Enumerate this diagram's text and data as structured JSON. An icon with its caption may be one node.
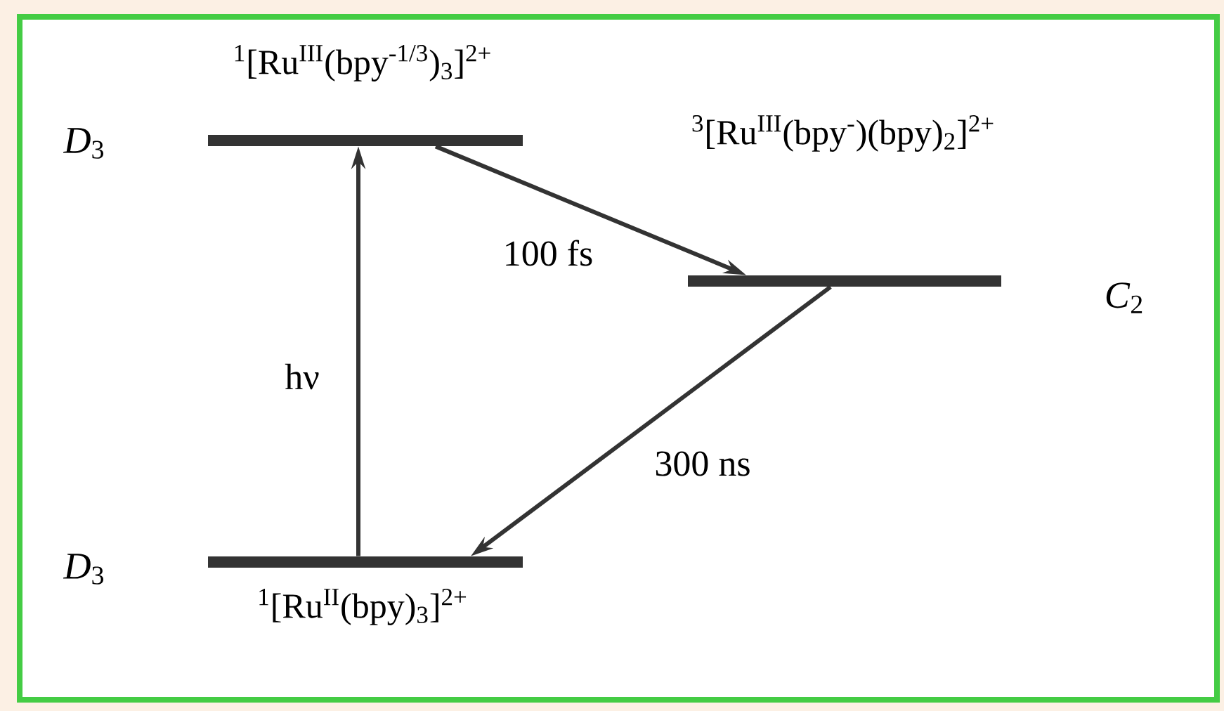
{
  "diagram": {
    "nodes": [
      {
        "text": [
          "$^{1}$[Ru$^{III}$(bpy$^{-1/3}$)$_{3}$]$^{2+}$"
        ],
        "beside": [
          "*D*$_{3}$"
        ]
      },
      {
        "text": [
          "$^{3}$[Ru$^{III}$(bpy$^{-}$)(bpy)$_{2}$]$^{2+}$"
        ],
        "beside": [
          "*C*$_{2}$"
        ]
      },
      {
        "text": [
          "$^{1}$[Ru$^{II}$(bpy)$_{3}$]$^{2+}$"
        ],
        "beside": [
          "*D*$_{3}$"
        ]
      }
    ],
    "edges": [
      {
        "from": 2,
        "to": 0,
        "arrow": "to",
        "label": "hν"
      },
      {
        "from": 0,
        "to": 1,
        "arrow": "to",
        "label": "100 fs"
      },
      {
        "from": 1,
        "to": 2,
        "arrow": "to",
        "label": "300 ns"
      }
    ]
  }
}
